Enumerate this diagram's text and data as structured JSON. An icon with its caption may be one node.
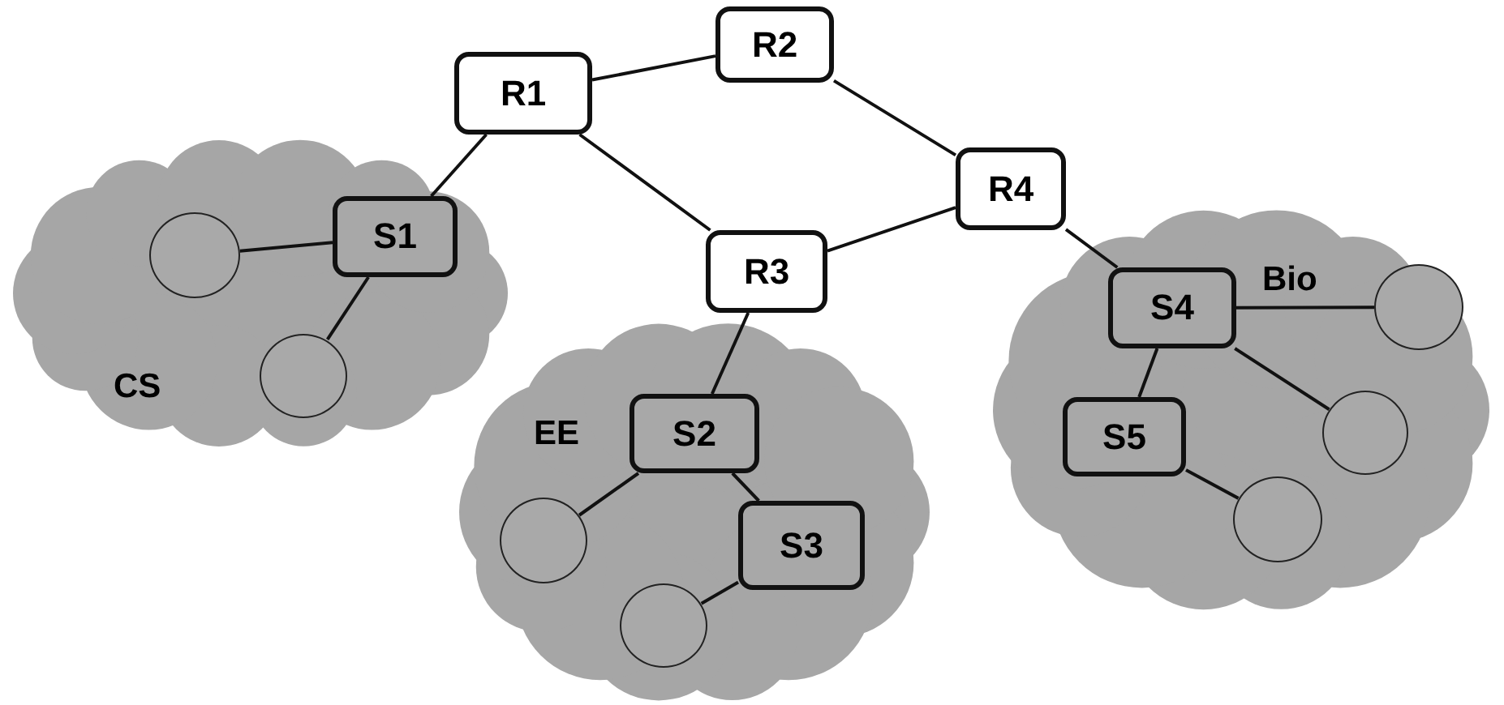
{
  "diagram": {
    "nodes": [
      {
        "text": [
          "R1"
        ]
      },
      {
        "text": [
          "R2"
        ]
      },
      {
        "text": [
          "R4"
        ]
      },
      {
        "text": [
          "R3"
        ]
      },
      {
        "text": [
          "CS"
        ]
      },
      {
        "text": [
          "S1"
        ],
        "in": 4
      },
      {
        "text": [],
        "shape": "circle",
        "in": 4
      },
      {
        "text": [],
        "shape": "circle",
        "in": 4
      },
      {
        "text": [
          "EE"
        ]
      },
      {
        "text": [
          "S2"
        ],
        "in": 8
      },
      {
        "text": [
          "S3"
        ],
        "in": 8
      },
      {
        "text": [],
        "shape": "circle",
        "in": 8
      },
      {
        "text": [],
        "shape": "circle",
        "in": 8
      },
      {
        "text": [
          "Bio"
        ]
      },
      {
        "text": [
          "S4"
        ],
        "in": 13
      },
      {
        "text": [
          "S5"
        ],
        "in": 13
      },
      {
        "text": [],
        "shape": "circle",
        "in": 13
      },
      {
        "text": [],
        "shape": "circle",
        "in": 13
      },
      {
        "text": [],
        "shape": "circle",
        "in": 13
      }
    ],
    "edges": [
      {
        "from": 0,
        "to": 1,
        "arrow": "none"
      },
      {
        "from": 1,
        "to": 2,
        "arrow": "none"
      },
      {
        "from": 0,
        "to": 3,
        "arrow": "none"
      },
      {
        "from": 3,
        "to": 2,
        "arrow": "none"
      },
      {
        "from": 0,
        "to": 5,
        "arrow": "none"
      },
      {
        "from": 3,
        "to": 9,
        "arrow": "none"
      },
      {
        "from": 2,
        "to": 14,
        "arrow": "none"
      },
      {
        "from": 5,
        "to": 6,
        "arrow": "none"
      },
      {
        "from": 5,
        "to": 7,
        "arrow": "none"
      },
      {
        "from": 9,
        "to": 10,
        "arrow": "none"
      },
      {
        "from": 9,
        "to": 11,
        "arrow": "none"
      },
      {
        "from": 10,
        "to": 12,
        "arrow": "none"
      },
      {
        "from": 14,
        "to": 15,
        "arrow": "none"
      },
      {
        "from": 14,
        "to": 16,
        "arrow": "none"
      },
      {
        "from": 14,
        "to": 17,
        "arrow": "none"
      },
      {
        "from": 15,
        "to": 18,
        "arrow": "none"
      }
    ]
  }
}
